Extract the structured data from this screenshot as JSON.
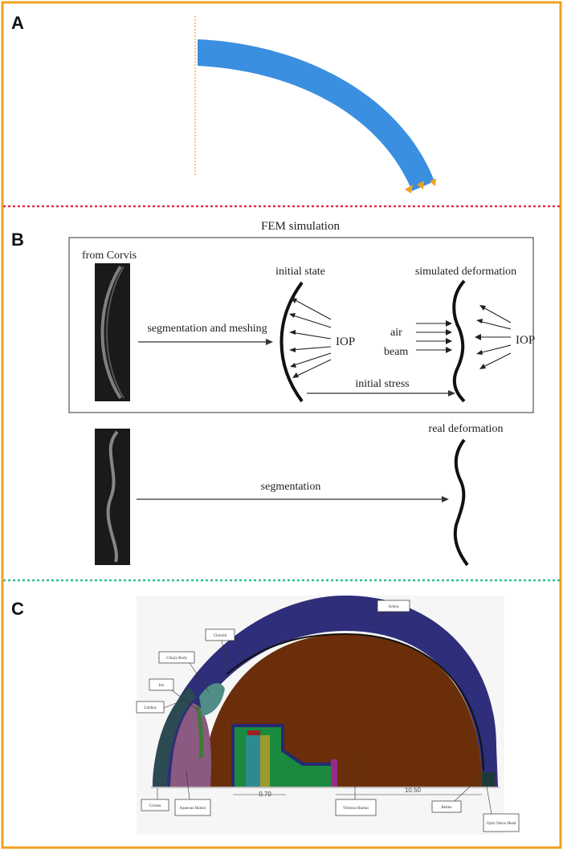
{
  "panels": {
    "a": {
      "letter": "A"
    },
    "b": {
      "letter": "B",
      "box_title": "FEM simulation",
      "source_label": "from Corvis",
      "initial_state": "initial state",
      "simulated_deformation": "simulated deformation",
      "seg_mesh": "segmentation and meshing",
      "iop_left": "IOP",
      "iop_right": "IOP",
      "air": "air",
      "beam": "beam",
      "initial_stress": "initial stress",
      "real_deformation": "real deformation",
      "segmentation": "segmentation"
    },
    "c": {
      "letter": "C",
      "labels": {
        "sclera": "Sclera",
        "choroid": "Choroid",
        "ciliary_body": "Ciliary Body",
        "iris": "Iris",
        "limbus": "Limbus",
        "cornea": "Cornea",
        "aqueous": "Aqueous Humor",
        "vitreous": "Vitreous Humor",
        "retina": "Retina",
        "optic_nerve": "Optic Nerve Head"
      },
      "dim_left": "0.70",
      "dim_right": "10.50"
    }
  },
  "colors": {
    "frame": "#f0a020",
    "divider_ab": "#e0304a",
    "divider_bc": "#30c090",
    "cornea_blue": "#3a8fe0",
    "sclera": "#2e2e7a",
    "vitreous": "#6b2e0a",
    "aqueous": "#8a5a80"
  }
}
